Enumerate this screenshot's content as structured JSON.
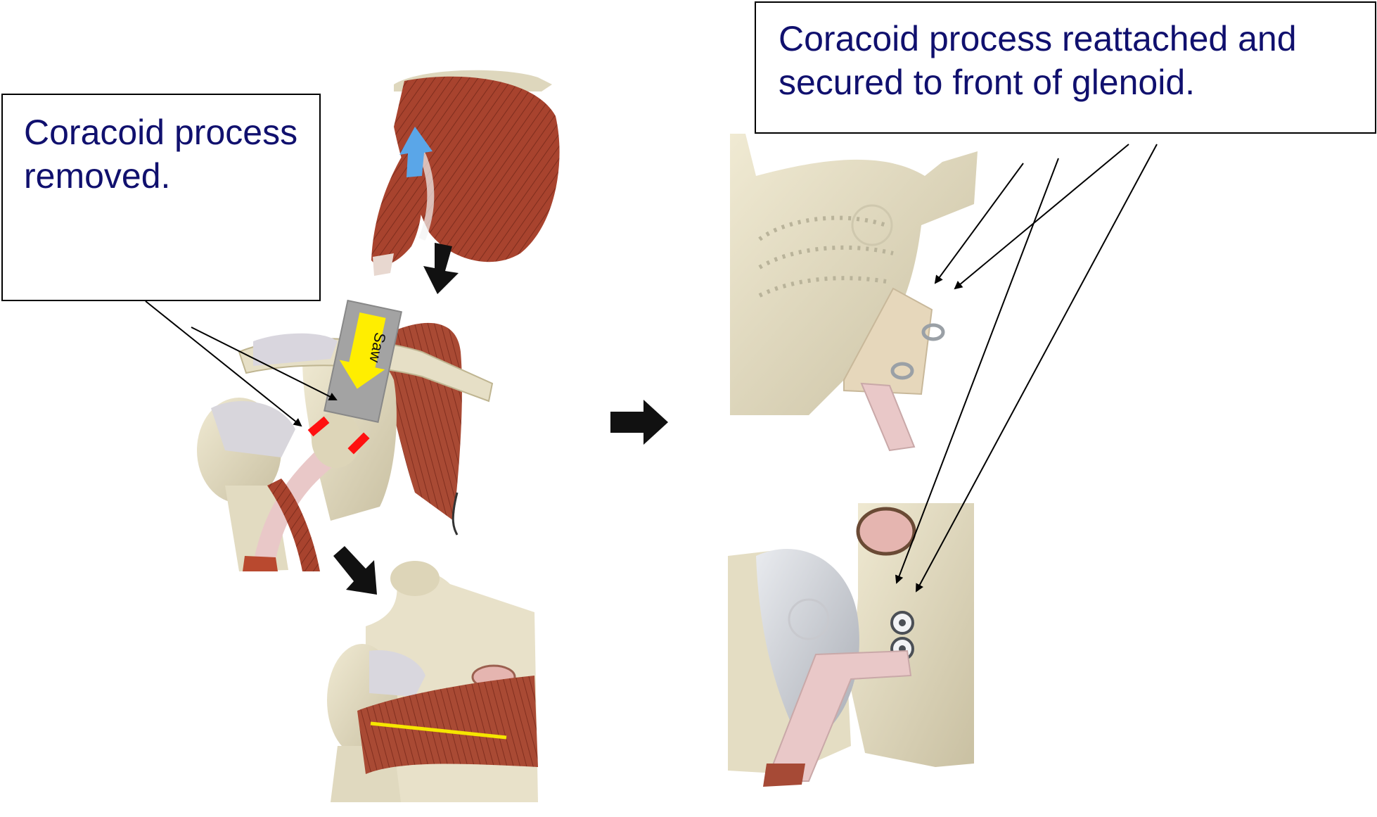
{
  "callouts": {
    "left": "Coracoid process removed.",
    "right": "Coracoid process reattached and secured to front of glenoid."
  },
  "instrument": {
    "label": "Saw"
  },
  "colors": {
    "muscle": "#a8432e",
    "bone": "#e6dfc6",
    "tendon": "#e9c8c8",
    "callout_text": "#10106e",
    "guide_arrow": "#5aa6e8",
    "saw_arrow": "#ffee00",
    "cut_mark": "#ff1010",
    "incision_line": "#f5e600"
  },
  "icons": [
    "process-arrow-icon",
    "pointer-arrow-icon",
    "screw-icon"
  ]
}
